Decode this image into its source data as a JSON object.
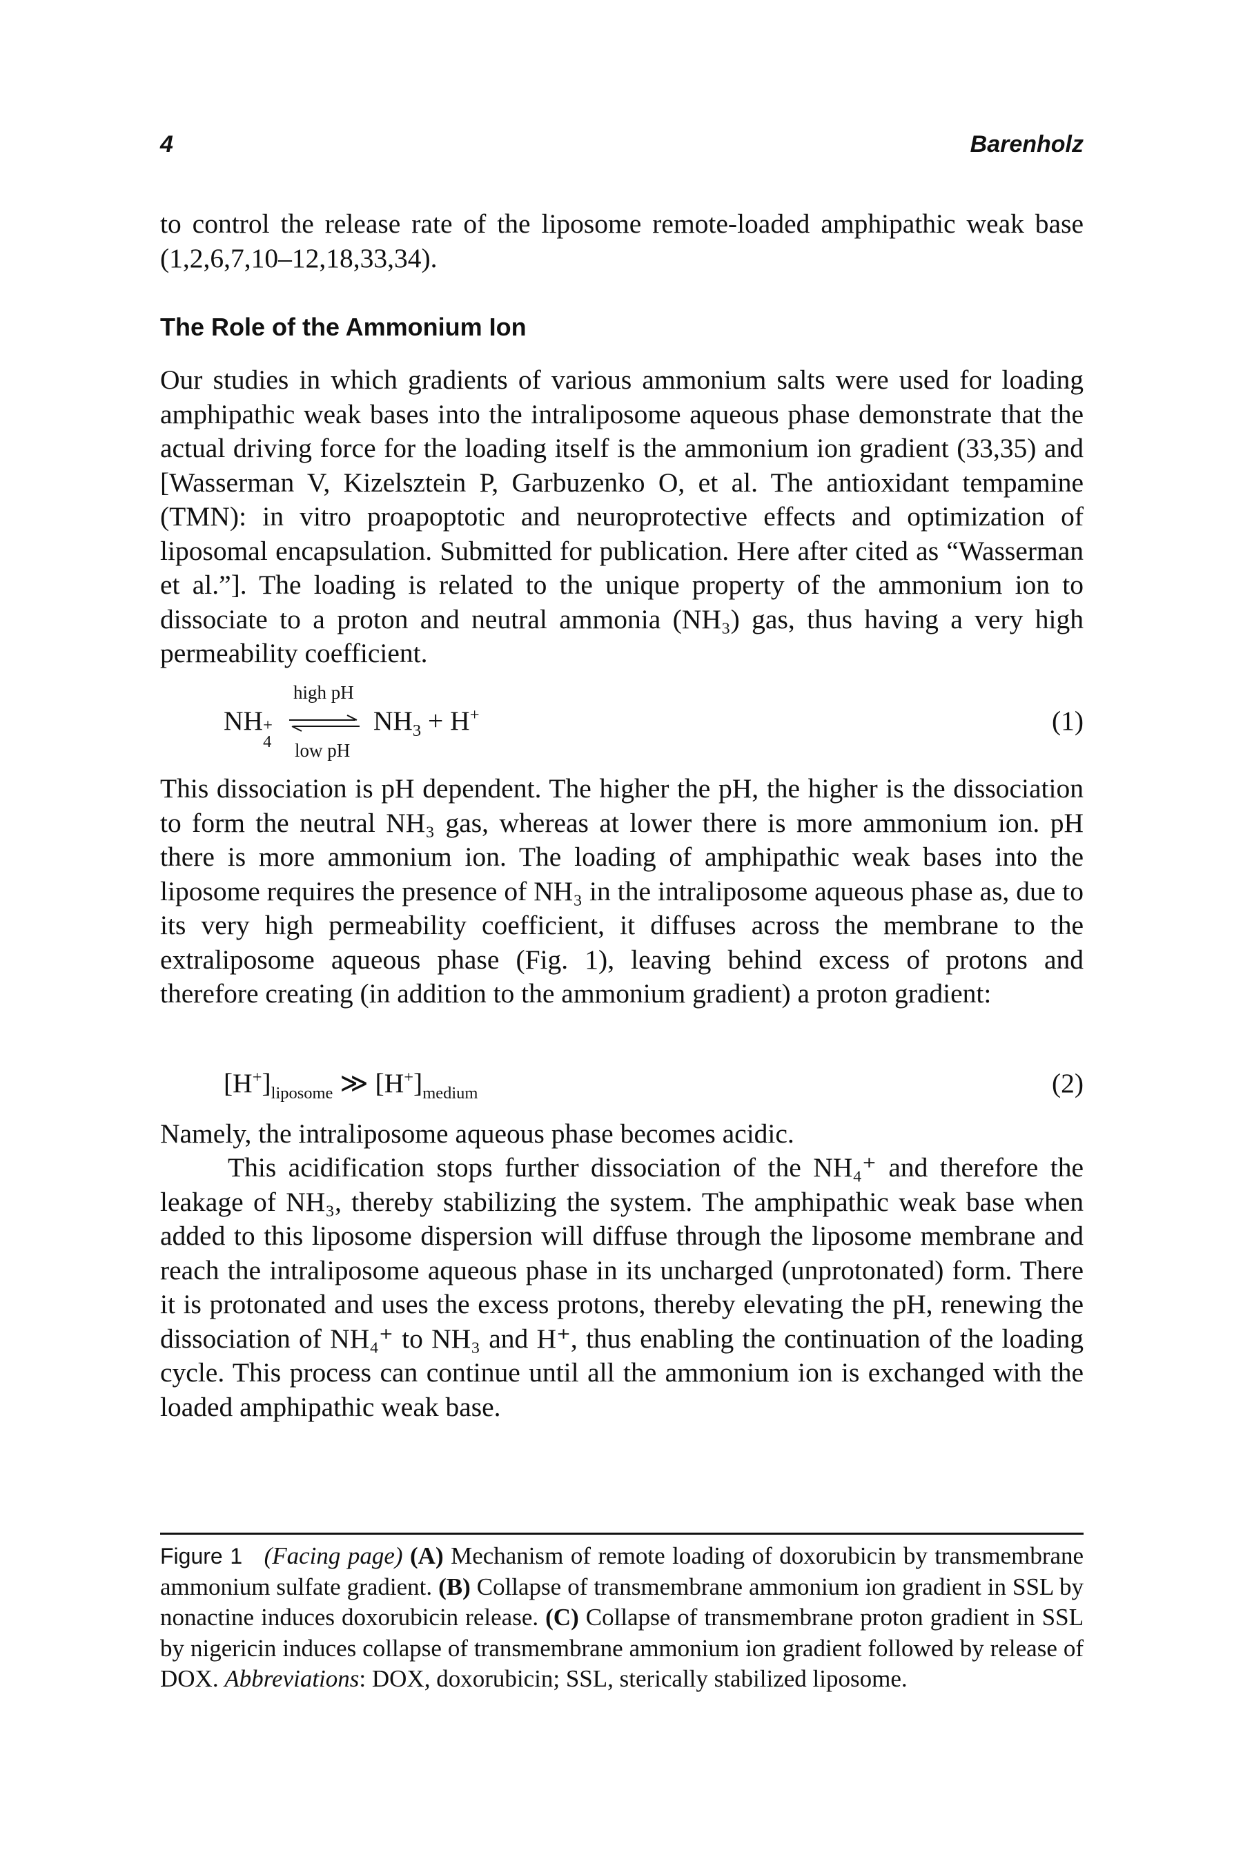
{
  "header": {
    "page_number": "4",
    "author": "Barenholz"
  },
  "para_top": "to control the release rate of the liposome remote-loaded amphipathic weak base (1,2,6,7,10–12,18,33,34).",
  "section_heading": "The Role of the Ammonium Ion",
  "para_ammonium": "Our studies in which gradients of various ammonium salts were used for loading amphipathic weak bases into the intraliposome aqueous phase demonstrate that the actual driving force for the loading itself is the ammonium ion gradient (33,35) and [Wasserman V, Kizelsztein P, Garbuzenko O, et al. The antioxidant tempamine (TMN): in vitro proapoptotic and neuroprotective effects and optimization of liposomal encapsulation. Submitted for publication. Here after cited as “Wasserman et al.”]. The loading is related to the unique property of the ammonium ion to dissociate to a proton and neutral ammonia (NH₃) gas, thus having a very high permeability coefficient.",
  "eq1": {
    "left": "NH",
    "left_sub": "4",
    "left_sup": "+",
    "above": "high pH",
    "below": "low pH",
    "right_a": "NH",
    "right_sub": "3",
    "right_b": " + H",
    "right_sup": "+",
    "number": "(1)"
  },
  "para_dissociation": "This dissociation is pH dependent. The higher the pH, the higher is the dissociation to form the neutral NH₃ gas, whereas at lower there is more ammonium ion. pH there is more ammonium ion. The loading of amphipathic weak bases into the liposome requires the presence of NH₃ in the intraliposome aqueous phase as, due to its very high permeability coefficient, it diffuses across the membrane to the extraliposome aqueous phase (Fig. 1), leaving behind excess of protons and therefore creating (in addition to the ammonium gradient) a proton gradient:",
  "eq2": {
    "left": "[H",
    "left_sup": "+",
    "left_close": "]",
    "left_sub": "liposome",
    "op": " ≫ ",
    "right": "[H",
    "right_sup": "+",
    "right_close": "]",
    "right_sub": "medium",
    "number": "(2)"
  },
  "para_namely": "Namely, the intraliposome aqueous phase becomes acidic.",
  "para_acidification": "This acidification stops further dissociation of the NH₄⁺ and therefore the leakage of NH₃, thereby stabilizing the system. The amphipathic weak base when added to this liposome dispersion will diffuse through the liposome membrane and reach the intraliposome aqueous phase in its uncharged (unprotonated) form. There it is protonated and uses the excess protons, thereby elevating the pH, renewing the dissociation of NH₄⁺ to NH₃ and H⁺, thus enabling the continuation of the loading cycle. This process can continue until all the ammonium ion is exchanged with the loaded amphipathic weak base.",
  "caption": {
    "label": "Figure 1",
    "facing": "(Facing page)",
    "text_a": "(A)",
    "text_a_body": " Mechanism of remote loading of doxorubicin by transmembrane ammonium sulfate gradient. ",
    "text_b": "(B)",
    "text_b_body": " Collapse of transmembrane ammonium ion gradient in SSL by nonactine induces doxorubicin release. ",
    "text_c": "(C)",
    "text_c_body": " Collapse of transmembrane proton gradient in SSL by nigericin induces collapse of transmembrane ammonium ion gradient followed by release of DOX. ",
    "abbrev_label": "Abbreviations",
    "abbrev_body": ": DOX, doxorubicin; SSL, sterically stabilized liposome."
  }
}
